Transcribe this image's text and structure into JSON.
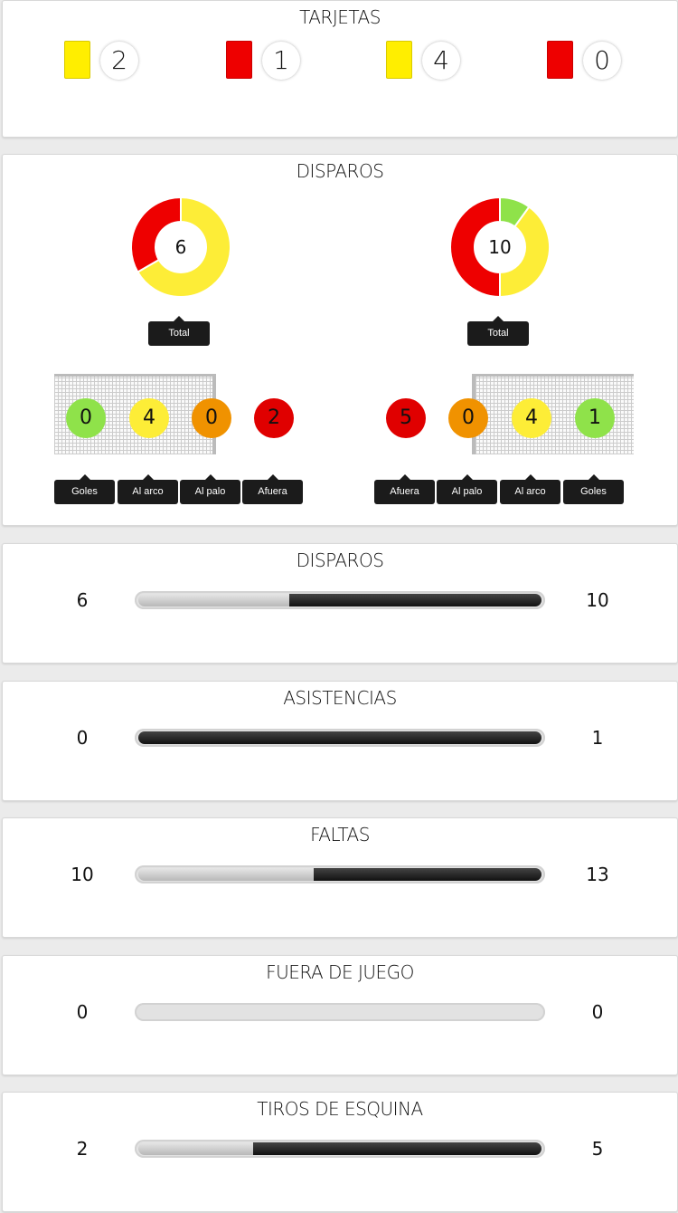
{
  "tarjetas": {
    "title": "TARJETAS",
    "cards": [
      {
        "color": "#ffee00",
        "value": "2"
      },
      {
        "color": "#ee0000",
        "value": "1"
      },
      {
        "color": "#ffee00",
        "value": "4"
      },
      {
        "color": "#ee0000",
        "value": "0"
      }
    ]
  },
  "disparos_chart": {
    "title": "DISPAROS",
    "home": {
      "total": "6",
      "total_label": "Total",
      "slices": [
        {
          "value": 4,
          "color": "#fded37"
        },
        {
          "value": 2,
          "color": "#ee0000"
        }
      ],
      "shots": [
        {
          "label": "Goles",
          "value": "0",
          "color": "#8fe24a"
        },
        {
          "label": "Al arco",
          "value": "4",
          "color": "#fded37"
        },
        {
          "label": "Al palo",
          "value": "0",
          "color": "#f09200"
        },
        {
          "label": "Afuera",
          "value": "2",
          "color": "#e00000"
        }
      ]
    },
    "away": {
      "total": "10",
      "total_label": "Total",
      "slices": [
        {
          "value": 1,
          "color": "#8fe24a"
        },
        {
          "value": 4,
          "color": "#fded37"
        },
        {
          "value": 5,
          "color": "#ee0000"
        }
      ],
      "shots": [
        {
          "label": "Afuera",
          "value": "5",
          "color": "#e00000"
        },
        {
          "label": "Al palo",
          "value": "0",
          "color": "#f09200"
        },
        {
          "label": "Al arco",
          "value": "4",
          "color": "#fded37"
        },
        {
          "label": "Goles",
          "value": "1",
          "color": "#8fe24a"
        }
      ]
    }
  },
  "stats": [
    {
      "title": "DISPAROS",
      "home": "6",
      "away": "10"
    },
    {
      "title": "ASISTENCIAS",
      "home": "0",
      "away": "1"
    },
    {
      "title": "FALTAS",
      "home": "10",
      "away": "13"
    },
    {
      "title": "FUERA DE JUEGO",
      "home": "0",
      "away": "0"
    },
    {
      "title": "TIROS DE ESQUINA",
      "home": "2",
      "away": "5"
    }
  ]
}
